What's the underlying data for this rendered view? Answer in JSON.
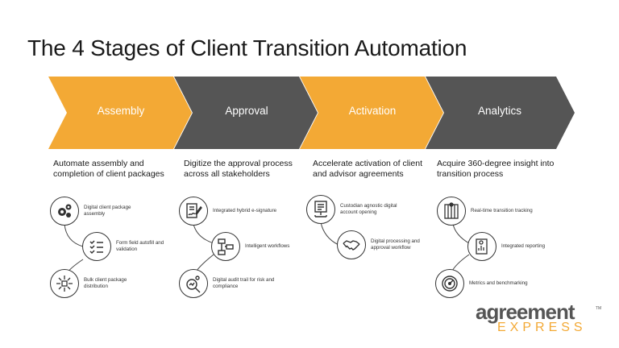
{
  "title": "The 4 Stages of Client Transition Automation",
  "stages": [
    {
      "label": "Assembly",
      "color": "#f3a935",
      "description": "Automate assembly and completion of client packages",
      "items": [
        {
          "text": "Digital client package assembly",
          "icon": "gears-icon"
        },
        {
          "text": "Form field autofill and validation",
          "icon": "checklist-icon"
        },
        {
          "text": "Bulk client package distribution",
          "icon": "distribution-icon"
        }
      ]
    },
    {
      "label": "Approval",
      "color": "#555555",
      "description": "Digitize the approval process across all stakeholders",
      "items": [
        {
          "text": "Integrated hybrid e-signature",
          "icon": "signature-icon"
        },
        {
          "text": "Intelligent workflows",
          "icon": "workflow-icon"
        },
        {
          "text": "Digital audit trail for risk and compliance",
          "icon": "audit-icon"
        }
      ]
    },
    {
      "label": "Activation",
      "color": "#f3a935",
      "description": "Accelerate activation of client and advisor agreements",
      "items": [
        {
          "text": "Custodian agnostic digital account opening",
          "icon": "document-network-icon"
        },
        {
          "text": "Digital processing and approval workflow",
          "icon": "handshake-icon"
        }
      ]
    },
    {
      "label": "Analytics",
      "color": "#555555",
      "description": "Acquire 360-degree insight into transition process",
      "items": [
        {
          "text": "Real-time transition tracking",
          "icon": "tracking-icon"
        },
        {
          "text": "Integrated reporting",
          "icon": "report-icon"
        },
        {
          "text": "Metrics and benchmarking",
          "icon": "gauge-icon"
        }
      ]
    }
  ],
  "logo": {
    "main": "agreement",
    "sub": "EXPRESS",
    "tm": "TM"
  }
}
